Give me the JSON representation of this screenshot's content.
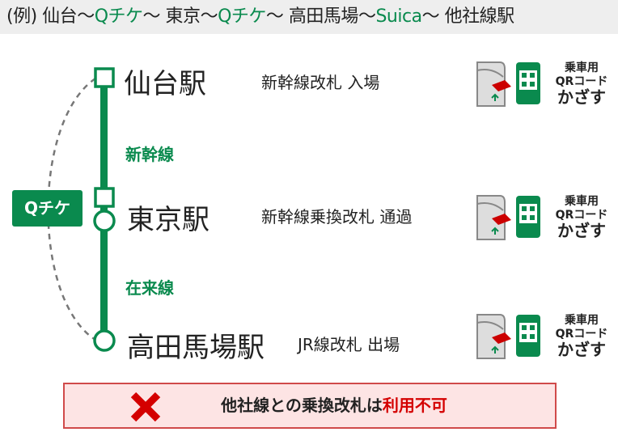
{
  "header": {
    "prefix": "(例) ",
    "s1": "仙台",
    "sep": "〜",
    "q1": "Qチケ",
    "s2": "東京",
    "q2": "Qチケ",
    "s3": "高田馬場",
    "suica": "Suica",
    "s4": "他社線駅"
  },
  "stations": [
    {
      "name": "仙台駅",
      "gate": "新幹線改札 入場"
    },
    {
      "name": "東京駅",
      "gate": "新幹線乗換改札 通過"
    },
    {
      "name": "高田馬場駅",
      "gate": "JR線改札 出場"
    }
  ],
  "lines": [
    "新幹線",
    "在来線"
  ],
  "ticket_badge": "Qチケ",
  "qr_sign": {
    "l1": "乗車用",
    "l2": "QRコード",
    "l3": "かざす"
  },
  "warning": {
    "text": "他社線との乗換改札は",
    "emph": "利用不可"
  },
  "colors": {
    "green": "#0a8a4e",
    "red": "#d40000"
  }
}
